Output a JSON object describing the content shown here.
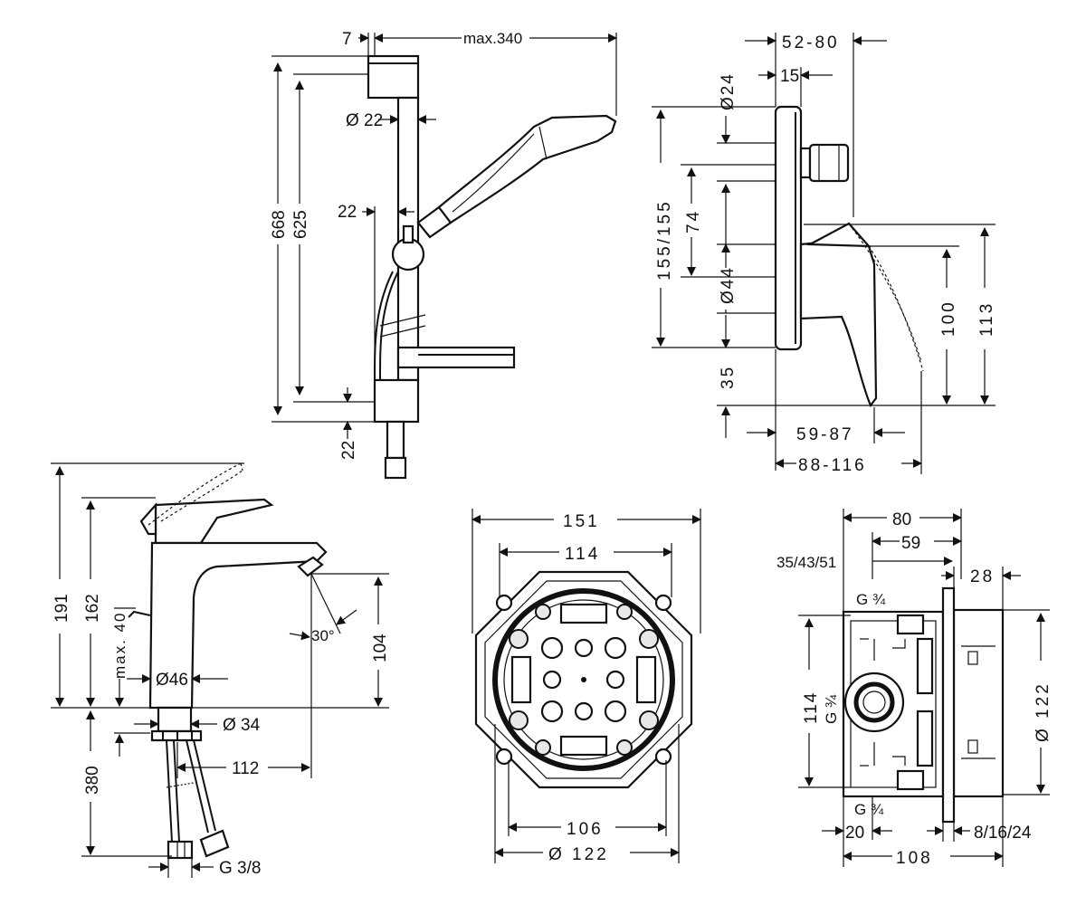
{
  "shower_rail": {
    "offset_top": "7",
    "max_reach": "max.340",
    "rod_diameter": "Ø 22",
    "bracket_offset": "22",
    "height_overall": "668",
    "height_inner": "625",
    "bottom_offset": "22"
  },
  "mixer_side": {
    "projection_range": "52-80",
    "depth_small": "15",
    "diameter_24": "Ø24",
    "height_155": "155/155",
    "dim_74": "74",
    "diameter_44": "Ø44",
    "dim_35": "35",
    "dim_100": "100",
    "dim_113": "113",
    "range_59_87": "59-87",
    "range_88_116": "88-116"
  },
  "basin_mixer": {
    "height_191": "191",
    "height_162": "162",
    "max_40": "max. 40",
    "diameter_46": "Ø46",
    "diameter_34": "Ø 34",
    "angle_30": "30°",
    "dim_104": "104",
    "hose_380": "380",
    "reach_112": "112",
    "thread": "G 3/8"
  },
  "box_front": {
    "width_151": "151",
    "width_114": "114",
    "width_106": "106",
    "diameter_122": "Ø 122"
  },
  "box_side": {
    "width_80": "80",
    "width_59": "59",
    "depth_range": "35/43/51",
    "dim_28": "28",
    "thread_top": "G ¾",
    "height_114": "114",
    "thread_mid": "G ¾",
    "diameter_122": "Ø 122",
    "thread_bottom": "G ¾",
    "dim_20": "20",
    "range_8_16_24": "8/16/24",
    "width_108": "108"
  }
}
